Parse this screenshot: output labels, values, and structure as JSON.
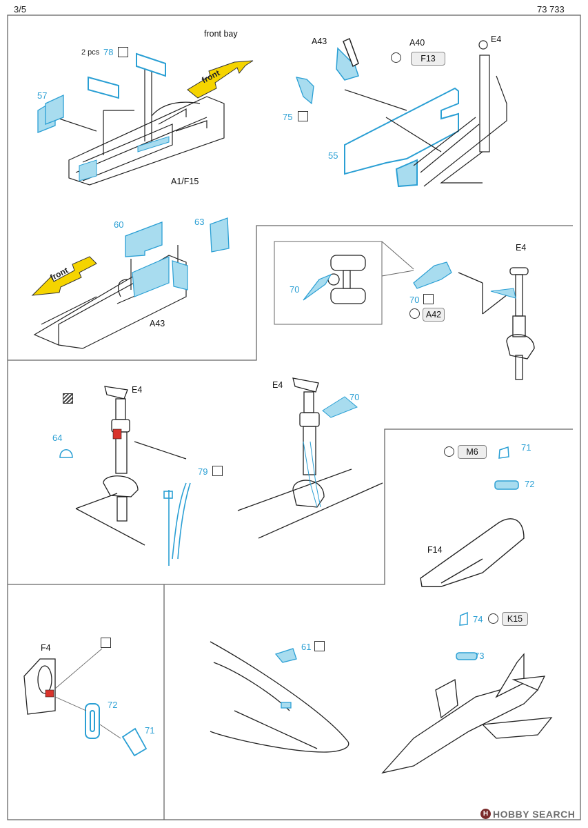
{
  "header": {
    "page": "3/5",
    "code": "73 733"
  },
  "panel1": {
    "title": "front bay",
    "qty_note": "2 pcs",
    "parts": {
      "p78": "78",
      "p57": "57"
    },
    "plastic_ref": "A1/F15",
    "front_arrow": "front"
  },
  "panel2": {
    "parts": {
      "p75": "75",
      "p55": "55"
    },
    "refs": {
      "a43": "A43",
      "a40": "A40",
      "e4": "E4"
    },
    "pill": "F13"
  },
  "panel3": {
    "parts": {
      "p60": "60",
      "p63": "63"
    },
    "ref": "A43",
    "front_arrow": "front"
  },
  "panel4": {
    "parts": {
      "p70a": "70",
      "p70b": "70"
    },
    "ref": "E4",
    "pill": "A42"
  },
  "panel5": {
    "parts": {
      "p64": "64",
      "p79": "79"
    },
    "ref": "E4"
  },
  "panel6": {
    "parts": {
      "p70": "70"
    },
    "ref": "E4"
  },
  "panel7": {
    "parts": {
      "p71": "71",
      "p72": "72"
    },
    "pill": "M6",
    "ref": "F14"
  },
  "panel8": {
    "parts": {
      "p72": "72",
      "p71": "71"
    },
    "ref": "F4"
  },
  "panel9": {
    "parts": {
      "p61": "61",
      "p74": "74",
      "p73": "73"
    },
    "pill": "K15"
  },
  "footer": {
    "brand": "HOBBY SEARCH",
    "logo_letter": "H"
  },
  "colors": {
    "etch": "#2a9fd4",
    "etch_fill": "#a8dcef",
    "arrow": "#f5d400",
    "accent_red": "#d9332b"
  }
}
